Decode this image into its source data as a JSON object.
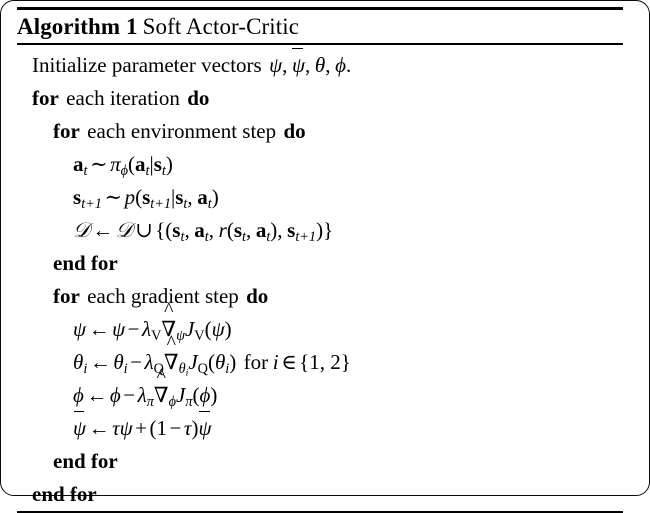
{
  "document": {
    "type": "algorithm-float",
    "title_prefix": "Algorithm 1",
    "title_name": "Soft Actor-Critic",
    "rules": {
      "top": "thick",
      "title_separator": "thin",
      "bottom": "thin"
    }
  },
  "algorithm": {
    "lines": [
      {
        "id": "line-initialize",
        "indent": 1,
        "text": "Initialize parameter vectors ψ, ψ̄, θ, φ.",
        "keywords": []
      },
      {
        "id": "line-for-iteration",
        "indent": 1,
        "text": "for each iteration do",
        "keywords": [
          "for",
          "do"
        ]
      },
      {
        "id": "line-for-env-step",
        "indent": 2,
        "text": "for each environment step do",
        "keywords": [
          "for",
          "do"
        ]
      },
      {
        "id": "line-sample-action",
        "indent": 3,
        "text": "a_t ~ π_φ(a_t|s_t)",
        "keywords": []
      },
      {
        "id": "line-sample-state",
        "indent": 3,
        "text": "s_{t+1} ~ p(s_{t+1}|s_t, a_t)",
        "keywords": []
      },
      {
        "id": "line-replay-buffer",
        "indent": 3,
        "text": "D ← D ∪ {(s_t, a_t, r(s_t, a_t), s_{t+1})}",
        "keywords": []
      },
      {
        "id": "line-end-for-env",
        "indent": 2,
        "text": "end for",
        "keywords": [
          "end for"
        ]
      },
      {
        "id": "line-for-gradient-step",
        "indent": 2,
        "text": "for each gradient step do",
        "keywords": [
          "for",
          "do"
        ]
      },
      {
        "id": "line-update-psi",
        "indent": 3,
        "text": "ψ ← ψ − λ_V ∇̂_ψ J_V(ψ)",
        "keywords": []
      },
      {
        "id": "line-update-theta",
        "indent": 3,
        "text": "θ_i ← θ_i − λ_Q ∇̂_{θ_i} J_Q(θ_i) for i ∈ {1, 2}",
        "keywords": []
      },
      {
        "id": "line-update-phi",
        "indent": 3,
        "text": "φ ← φ − λ_π ∇̂_φ J_π(φ)",
        "keywords": []
      },
      {
        "id": "line-update-target",
        "indent": 3,
        "text": "ψ̄ ← τψ + (1 − τ)ψ̄",
        "keywords": []
      },
      {
        "id": "line-end-for-gradient",
        "indent": 2,
        "text": "end for",
        "keywords": [
          "end for"
        ]
      },
      {
        "id": "line-end-for-iteration",
        "indent": 1,
        "text": "end for",
        "keywords": [
          "end for"
        ]
      }
    ],
    "labels": {
      "initialize": "Initialize parameter vectors",
      "for": "for",
      "do": "do",
      "end_for": "end for",
      "each_iteration": "each iteration",
      "each_environment_step": "each environment step",
      "each_gradient_step": "each gradient step",
      "for_inline": "for",
      "in_set": "{1, 2}"
    }
  },
  "colors": {
    "text": "#000000",
    "background": "#ffffff",
    "rule": "#000000"
  }
}
